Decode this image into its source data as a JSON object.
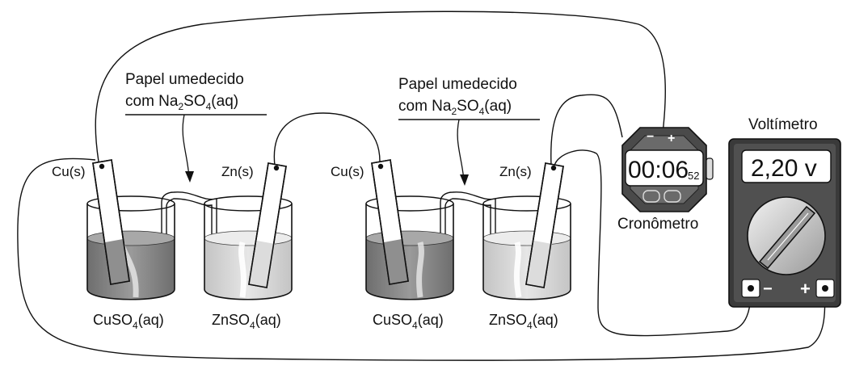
{
  "labels": {
    "paper1_line1": "Papel umedecido",
    "paper1_line2_prefix": "com Na",
    "paper1_sub_a": "2",
    "paper1_mid": "SO",
    "paper1_sub_b": "4",
    "paper1_suffix": "(aq)",
    "paper2_line1": "Papel umedecido",
    "paper2_line2_prefix": "com Na",
    "paper2_sub_a": "2",
    "paper2_mid": "SO",
    "paper2_sub_b": "4",
    "paper2_suffix": "(aq)",
    "cu_left": "Cu(s)",
    "zn_left": "Zn(s)",
    "cu_right": "Cu(s)",
    "zn_right": "Zn(s)",
    "cuso4_left_main": "CuSO",
    "cuso4_left_sub": "4",
    "cuso4_left_suffix": "(aq)",
    "znso4_left_main": "ZnSO",
    "znso4_left_sub": "4",
    "znso4_left_suffix": "(aq)",
    "cuso4_right_main": "CuSO",
    "cuso4_right_sub": "4",
    "cuso4_right_suffix": "(aq)",
    "znso4_right_main": "ZnSO",
    "znso4_right_sub": "4",
    "znso4_right_suffix": "(aq)"
  },
  "stopwatch": {
    "title": "Cronômetro",
    "time_main": "00:06",
    "time_hundredths": "52",
    "minus_label": "−",
    "plus_label": "+"
  },
  "voltmeter": {
    "title": "Voltímetro",
    "reading": "2,20 v",
    "minus_label": "−",
    "plus_label": "+"
  },
  "colors": {
    "cuso4_solution": "#8a8a8a",
    "znso4_solution": "#d6d6d6",
    "meter_body": "#3a3a3a",
    "ink": "#111111"
  }
}
